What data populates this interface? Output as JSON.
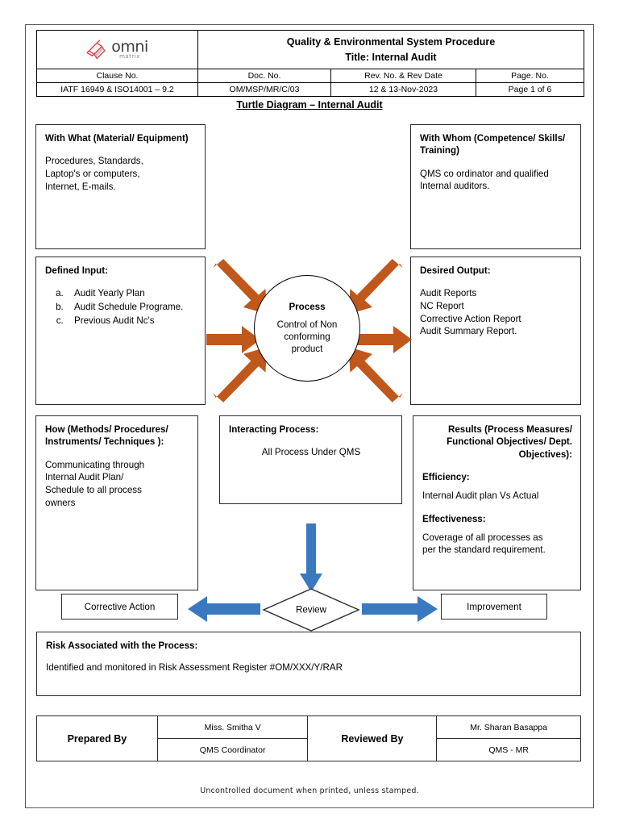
{
  "header": {
    "logo": {
      "name": "omni",
      "sub": "matrix",
      "mark_color": "#E8414A"
    },
    "title_line1": "Quality & Environmental System Procedure",
    "title_line2": "Title: Internal Audit",
    "meta_headers": [
      "Clause No.",
      "Doc. No.",
      "Rev. No. & Rev Date",
      "Page. No."
    ],
    "meta_values": [
      "IATF 16949 & ISO14001 – 9.2",
      "OM/MSP/MR/C/03",
      "12 & 13-Nov-2023",
      "Page 1 of 6"
    ]
  },
  "diagram_title": "Turtle Diagram – Internal Audit",
  "colors": {
    "orange_arrow": "#C0571B",
    "blue_arrow": "#3A79C0",
    "border": "#2b2b2b"
  },
  "boxes": {
    "with_what": {
      "heading": "With What (Material/ Equipment)",
      "body": "Procedures, Standards,\nLaptop's or computers,\nInternet, E-mails."
    },
    "with_whom": {
      "heading": "With Whom (Competence/ Skills/ Training)",
      "body": "QMS co ordinator and qualified\nInternal auditors."
    },
    "defined_input": {
      "heading": "Defined    Input:",
      "items": [
        "Audit Yearly Plan",
        "Audit Schedule Programe.",
        "Previous Audit Nc's"
      ]
    },
    "desired_output": {
      "heading": "Desired Output:",
      "body": "Audit Reports\nNC Report\nCorrective Action Report\nAudit Summary Report."
    },
    "how": {
      "heading": "How (Methods/ Procedures/ Instruments/ Techniques ):",
      "body": "Communicating through\nInternal Audit Plan/\nSchedule to all process\nowners"
    },
    "interacting_process": {
      "heading": "Interacting Process:",
      "body": "All Process Under QMS"
    },
    "results": {
      "heading": "Results (Process Measures/ Functional Objectives/ Dept. Objectives):",
      "efficiency_label": "Efficiency:",
      "efficiency_text": "Internal Audit plan Vs Actual",
      "effectiveness_label": "Effectiveness:",
      "effectiveness_text": "Coverage of all processes as\nper the standard requirement."
    },
    "risk": {
      "heading": "Risk Associated with the Process:",
      "body": "Identified and monitored in Risk Assessment Register #OM/XXX/Y/RAR"
    }
  },
  "process_circle": {
    "title": "Process",
    "body": "Control of Non\nconforming\nproduct"
  },
  "review_flow": {
    "review_label": "Review",
    "left_label": "Corrective Action",
    "right_label": "Improvement"
  },
  "signatures": {
    "prepared_by_label": "Prepared By",
    "prepared_by_name": "Miss. Smitha V",
    "prepared_by_role": "QMS Coordinator",
    "reviewed_by_label": "Reviewed By",
    "reviewed_by_name": "Mr. Sharan Basappa",
    "reviewed_by_role": "QMS - MR"
  },
  "footer_note": "Uncontrolled document when printed, unless stamped."
}
